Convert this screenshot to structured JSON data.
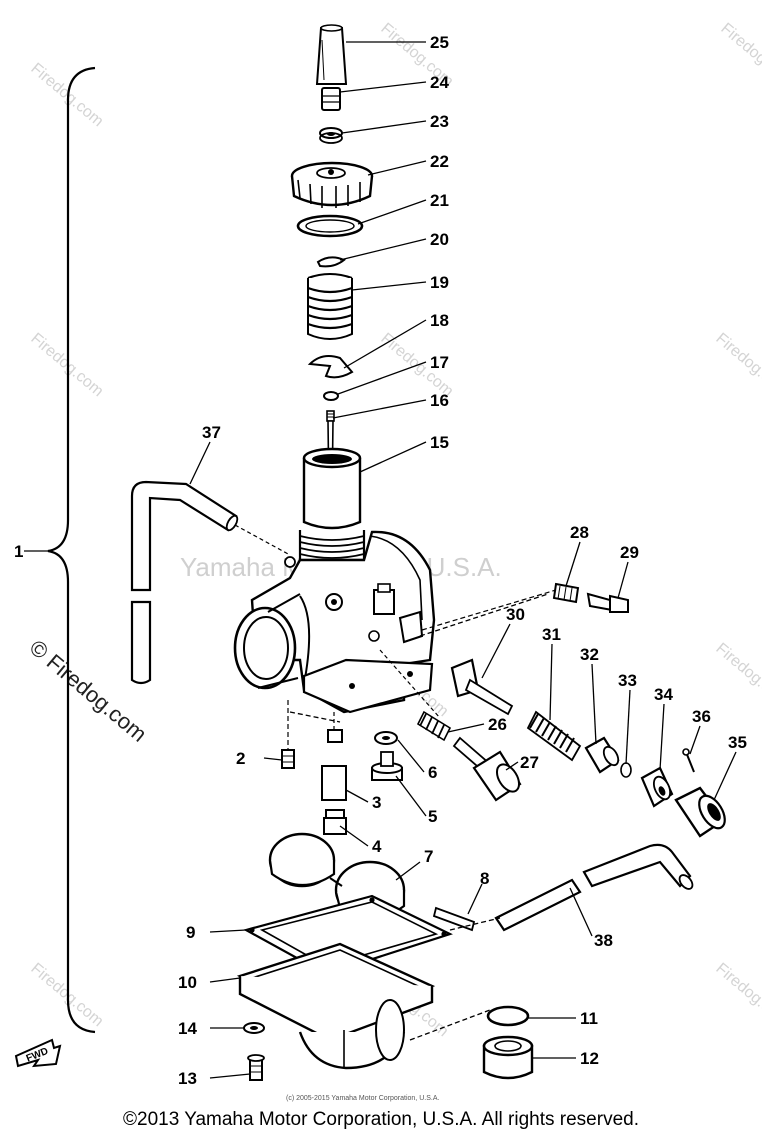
{
  "watermark": {
    "site": "Firedog.com",
    "center_text": "Yamaha Motor Corp, U.S.A.",
    "large_left": "© Firedog.com"
  },
  "fwd_label": "FWD",
  "fine_print": "(c) 2005-2015 Yamaha Motor Corporation, U.S.A.",
  "copyright": "©2013 Yamaha Motor Corporation, U.S.A. All rights reserved.",
  "callouts": {
    "c1": "1",
    "c2": "2",
    "c3": "3",
    "c4": "4",
    "c5": "5",
    "c6": "6",
    "c7": "7",
    "c8": "8",
    "c9": "9",
    "c10": "10",
    "c11": "11",
    "c12": "12",
    "c13": "13",
    "c14": "14",
    "c15": "15",
    "c16": "16",
    "c17": "17",
    "c18": "18",
    "c19": "19",
    "c20": "20",
    "c21": "21",
    "c22": "22",
    "c23": "23",
    "c24": "24",
    "c25": "25",
    "c26": "26",
    "c27": "27",
    "c28": "28",
    "c29": "29",
    "c30": "30",
    "c31": "31",
    "c32": "32",
    "c33": "33",
    "c34": "34",
    "c35": "35",
    "c36": "36",
    "c37": "37",
    "c38": "38"
  }
}
